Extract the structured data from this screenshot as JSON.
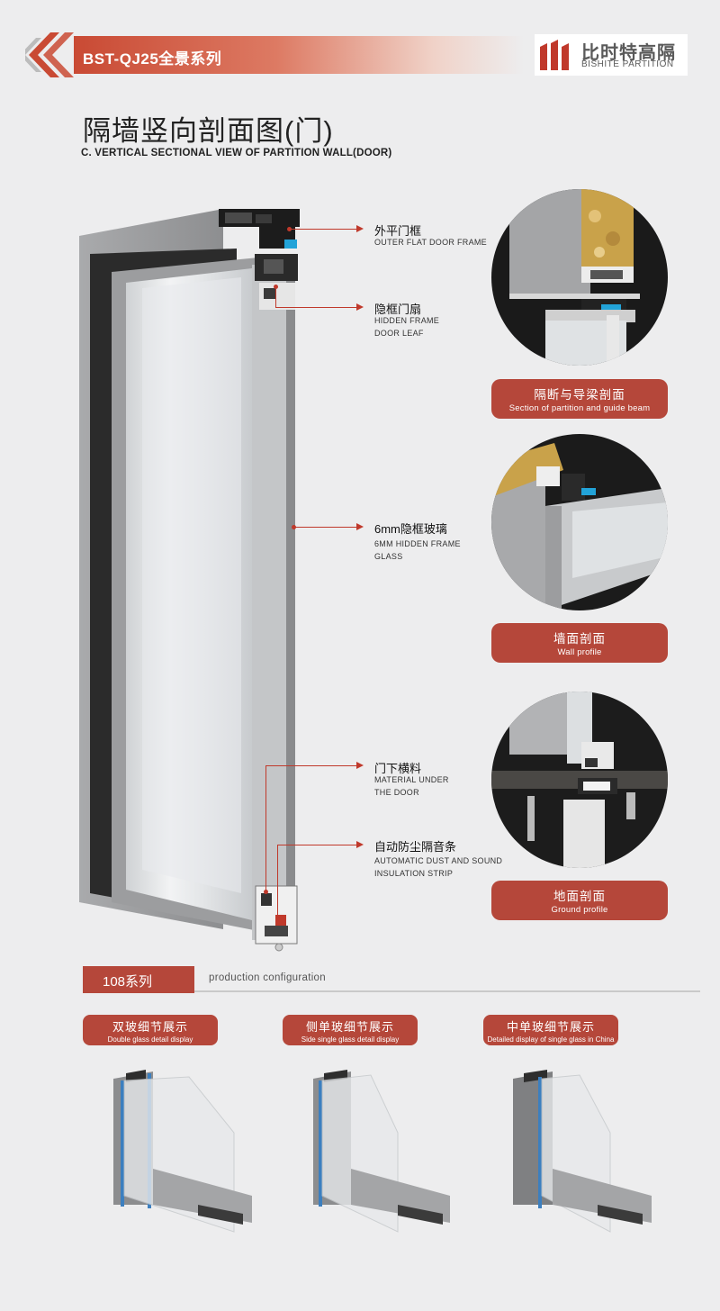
{
  "header": {
    "series_title": "BST-QJ25全景系列",
    "logo_cn": "比时特高隔",
    "logo_en": "BISHITE PARTITION"
  },
  "title": {
    "cn": "隔墙竖向剖面图(门)",
    "en": "C. VERTICAL SECTIONAL VIEW OF PARTITION WALL(DOOR)"
  },
  "callouts": [
    {
      "cn": "外平门框",
      "en1": "OUTER FLAT DOOR FRAME",
      "en2": ""
    },
    {
      "cn": "隐框门扇",
      "en1": "HIDDEN FRAME",
      "en2": "DOOR LEAF"
    },
    {
      "cn": "6mm隐框玻璃",
      "en1": "6MM HIDDEN FRAME",
      "en2": "GLASS"
    },
    {
      "cn": "门下横料",
      "en1": "MATERIAL UNDER",
      "en2": "THE DOOR"
    },
    {
      "cn": "自动防尘隔音条",
      "en1": "AUTOMATIC DUST AND SOUND",
      "en2": "INSULATION STRIP"
    }
  ],
  "details": [
    {
      "cn": "隔断与导梁剖面",
      "en": "Section of partition and guide beam"
    },
    {
      "cn": "墙面剖面",
      "en": "Wall profile"
    },
    {
      "cn": "地面剖面",
      "en": "Ground profile"
    }
  ],
  "series": {
    "tab": "108系列",
    "en": "production configuration"
  },
  "products": [
    {
      "cn": "双玻细节展示",
      "en": "Double glass detail display"
    },
    {
      "cn": "侧单玻细节展示",
      "en": "Side single glass detail display"
    },
    {
      "cn": "中单玻细节展示",
      "en": "Detailed display of single glass in China"
    }
  ],
  "colors": {
    "accent": "#b5473a",
    "callout": "#c0392b",
    "frame": "#8f9092",
    "dark_frame": "#2b2b2b"
  }
}
